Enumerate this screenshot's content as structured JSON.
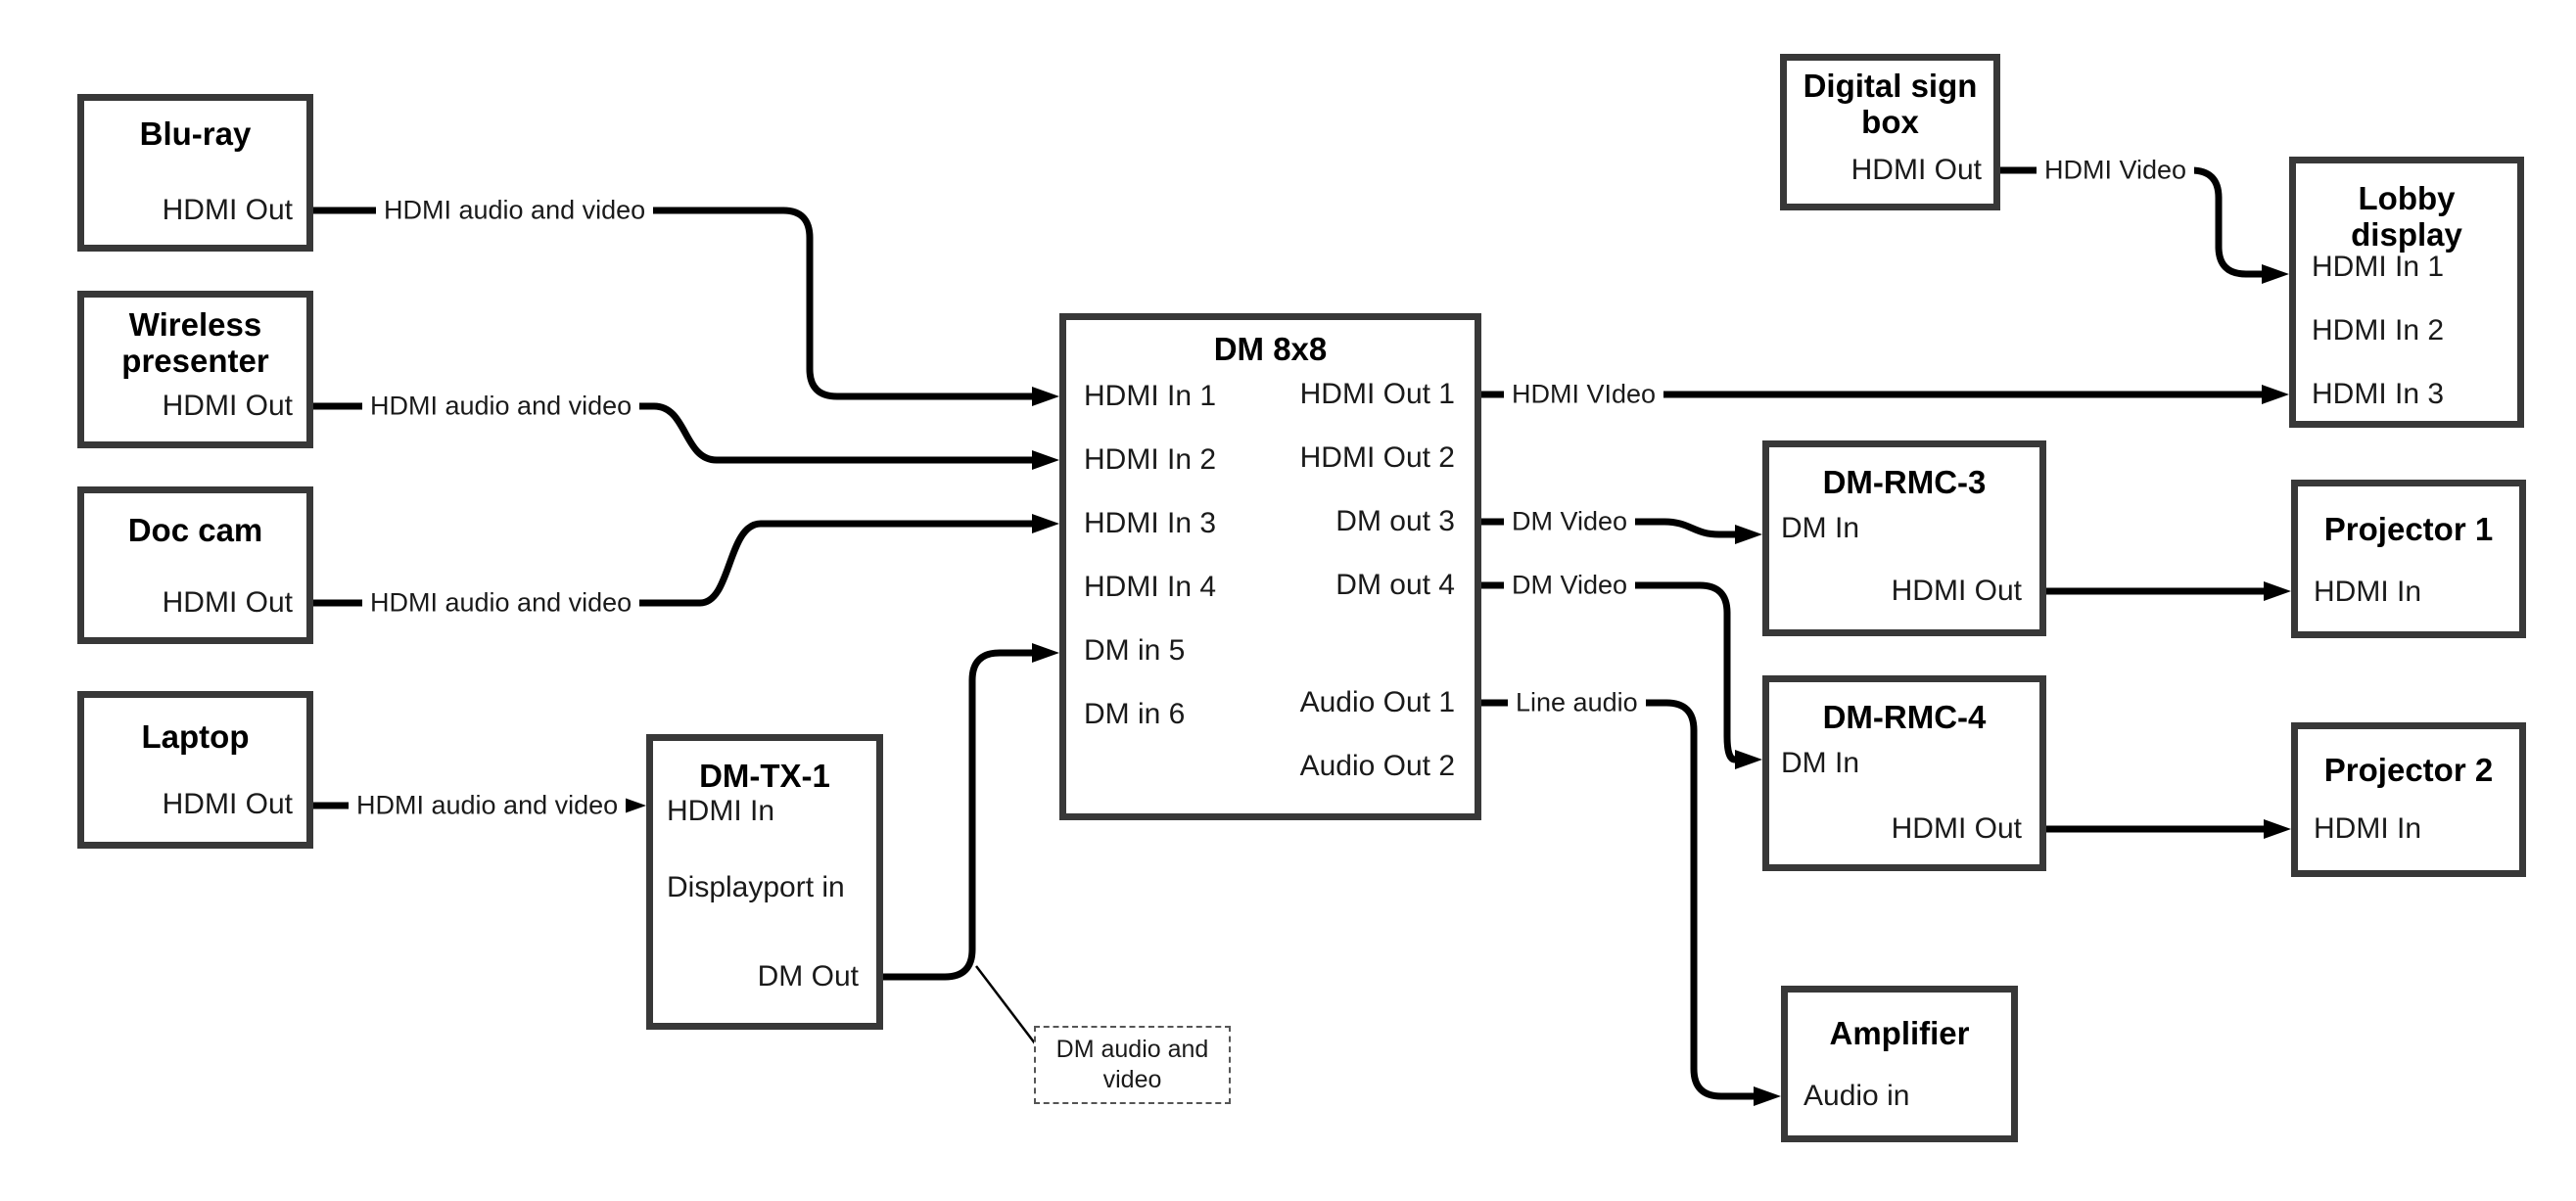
{
  "diagram": {
    "nodes": {
      "bluray": {
        "title": "Blu-ray",
        "ports": {
          "hdmi_out": "HDMI Out"
        }
      },
      "wireless": {
        "title": "Wireless presenter",
        "ports": {
          "hdmi_out": "HDMI Out"
        }
      },
      "doccam": {
        "title": "Doc cam",
        "ports": {
          "hdmi_out": "HDMI Out"
        }
      },
      "laptop": {
        "title": "Laptop",
        "ports": {
          "hdmi_out": "HDMI Out"
        }
      },
      "dmtx1": {
        "title": "DM-TX-1",
        "ports": {
          "hdmi_in": "HDMI In",
          "displayport_in": "Displayport in",
          "dm_out": "DM Out"
        }
      },
      "dm8x8": {
        "title": "DM 8x8",
        "ports": {
          "in1": "HDMI In 1",
          "in2": "HDMI In 2",
          "in3": "HDMI In 3",
          "in4": "HDMI In 4",
          "in5": "DM in 5",
          "in6": "DM in 6",
          "out1": "HDMI Out 1",
          "out2": "HDMI Out 2",
          "out3": "DM out 3",
          "out4": "DM out 4",
          "aout1": "Audio Out 1",
          "aout2": "Audio Out 2"
        }
      },
      "signbox": {
        "title": "Digital sign box",
        "ports": {
          "hdmi_out": "HDMI Out"
        }
      },
      "lobby": {
        "title": "Lobby display",
        "ports": {
          "in1": "HDMI In 1",
          "in2": "HDMI In 2",
          "in3": "HDMI In 3"
        }
      },
      "rmc3": {
        "title": "DM-RMC-3",
        "ports": {
          "dm_in": "DM In",
          "hdmi_out": "HDMI Out"
        }
      },
      "rmc4": {
        "title": "DM-RMC-4",
        "ports": {
          "dm_in": "DM In",
          "hdmi_out": "HDMI Out"
        }
      },
      "proj1": {
        "title": "Projector 1",
        "ports": {
          "hdmi_in": "HDMI In"
        }
      },
      "proj2": {
        "title": "Projector 2",
        "ports": {
          "hdmi_in": "HDMI In"
        }
      },
      "amp": {
        "title": "Amplifier",
        "ports": {
          "audio_in": "Audio in"
        }
      }
    },
    "connection_labels": {
      "bluray": "HDMI audio and video",
      "wireless": "HDMI audio and video",
      "doccam": "HDMI audio and video",
      "laptop": "HDMI audio and video",
      "signbox": "HDMI Video",
      "hdmi_out1": "HDMI VIdeo",
      "dm_out3": "DM Video",
      "dm_out4": "DM Video",
      "audio_out1": "Line audio"
    },
    "annotation": "DM audio and video",
    "colors": {
      "line": "#000000",
      "box_border": "#383838",
      "background": "#ffffff"
    }
  }
}
